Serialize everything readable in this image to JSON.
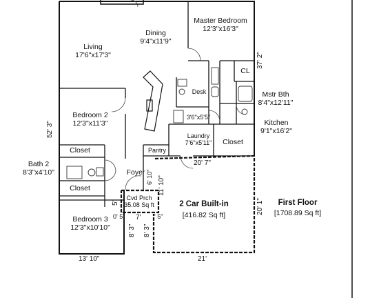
{
  "floor": {
    "title": "First Floor",
    "area": "[1708.89 Sq ft]"
  },
  "rooms": {
    "master_bedroom": {
      "name": "Master Bedroom",
      "dims": "12'3\"x16'3\""
    },
    "dining": {
      "name": "Dining",
      "dims": "9'4\"x11'9\""
    },
    "living": {
      "name": "Living",
      "dims": "17'6\"x17'3\""
    },
    "desk": {
      "name": "Desk"
    },
    "cl": {
      "name": "CL"
    },
    "mstr_bth": {
      "name": "Mstr Bth",
      "dims": "8'4\"x12'11\""
    },
    "kitchen": {
      "name": "Kitchen",
      "dims": "9'1\"x16'2\""
    },
    "bedroom2": {
      "name": "Bedroom 2",
      "dims": "12'3\"x11'3\""
    },
    "pantry_small": {
      "dims": "3'6\"x5'5\""
    },
    "laundry": {
      "name": "Laundry",
      "dims": "7'6\"x5'11\""
    },
    "closet_kitchen": {
      "name": "Closet"
    },
    "closet_top": {
      "name": "Closet"
    },
    "closet_bottom": {
      "name": "Closet"
    },
    "pantry": {
      "name": "Pantry"
    },
    "bath2": {
      "name": "Bath 2",
      "dims": "8'3\"x4'10\""
    },
    "foyer": {
      "name": "Foyer"
    },
    "cvd_prch": {
      "name": "Cvd Prch",
      "area": "35.08 Sq ft"
    },
    "garage": {
      "name": "2 Car Built-in",
      "area": "[416.82 Sq ft]"
    },
    "bedroom3": {
      "name": "Bedroom 3",
      "dims": "12'3\"x10'10\""
    }
  },
  "dimensions": {
    "right_37_2": "37' 2\"",
    "left_52_3": "52' 3\"",
    "garage_top_20_7": "20' 7\"",
    "garage_left_11_10": "11' 10\"",
    "foyer_6_10": "6' 10\"",
    "garage_right_20_1": "20' 1\"",
    "foyer_5": "5'",
    "porch_0_5": "0' 5\"",
    "porch_7": "7'",
    "garage_5": "' 5\"",
    "porch_8_3_a": "8' 3\"",
    "porch_8_3_b": "8' 3\"",
    "bottom_13_10": "13' 10\"",
    "bottom_21": "21'"
  }
}
